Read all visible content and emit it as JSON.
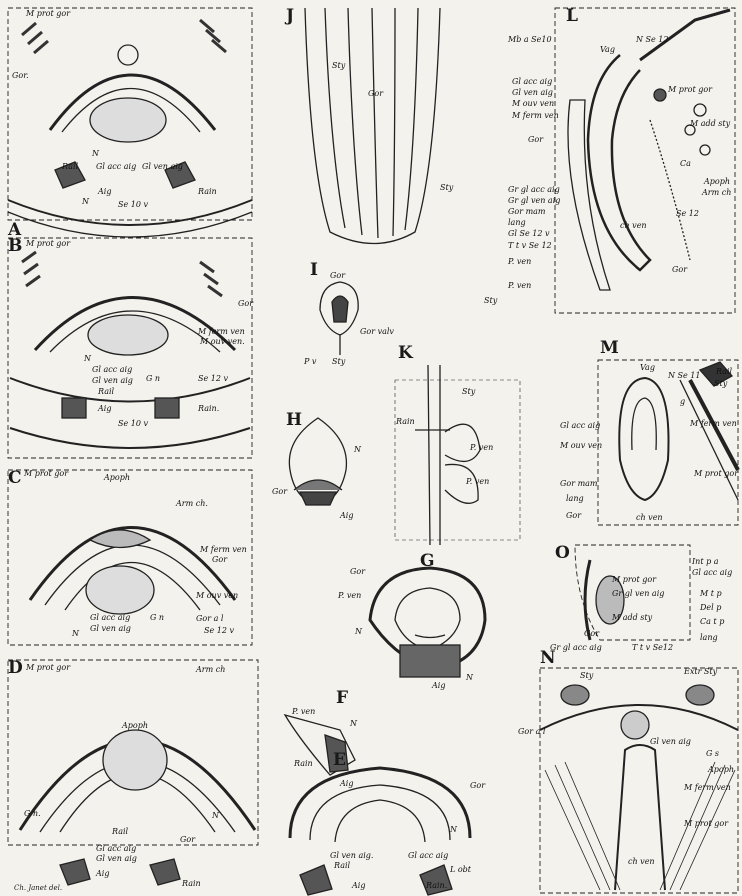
{
  "panels": {
    "A": {
      "letter": "A",
      "labels": [
        "M prot gor",
        "Gor.",
        "N",
        "Rail",
        "Gl acc aig",
        "Gl ven aig",
        "Aig",
        "Rain",
        "N",
        "Se 10 v"
      ]
    },
    "B": {
      "letter": "B",
      "labels": [
        "M prot gor",
        "Gor",
        "M ferm ven",
        "M ouv ven.",
        "Gl acc aig",
        "Gl ven aig",
        "G n",
        "Se 12 v",
        "Rail",
        "Aig",
        "Rain.",
        "Se 10 v",
        "N"
      ]
    },
    "C": {
      "letter": "C",
      "labels": [
        "M prot gor",
        "Apoph",
        "Arm ch.",
        "M ferm ven",
        "Gor",
        "M ouv ven",
        "Gl acc aig",
        "Gl ven aig",
        "G n",
        "Gor a l",
        "Se 12 v",
        "N"
      ]
    },
    "D": {
      "letter": "D",
      "labels": [
        "M prot gor",
        "Arm ch",
        "Apoph",
        "G n.",
        "N",
        "Rail",
        "Gl acc aig",
        "Gl ven aig",
        "Gor",
        "Aig",
        "Rain"
      ]
    },
    "J": {
      "letter": "J",
      "labels": [
        "Sty",
        "Gor",
        "Sty"
      ]
    },
    "I": {
      "letter": "I",
      "labels": [
        "Gor",
        "Gor valv",
        "P v",
        "Sty"
      ]
    },
    "H": {
      "letter": "H",
      "labels": [
        "N",
        "Gor",
        "Aig"
      ]
    },
    "K": {
      "letter": "K",
      "labels": [
        "Sty",
        "Rain",
        "P. ven",
        "P. ven"
      ]
    },
    "G": {
      "letter": "G",
      "labels": [
        "Gor",
        "P. ven",
        "N",
        "Aig",
        "N"
      ]
    },
    "F": {
      "letter": "F",
      "labels": [
        "P. ven",
        "N",
        "Rain",
        "Aig"
      ]
    },
    "E": {
      "letter": "E",
      "labels": [
        "Gor",
        "N",
        "Gl ven aig.",
        "Rail",
        "Gl acc aig",
        "L obt",
        "Aig",
        "Rain."
      ]
    },
    "L": {
      "letter": "L",
      "labels": [
        "Mb a Se10",
        "Vag",
        "N Se 12",
        "Gl acc aig",
        "Gl ven aig",
        "M ouv ven",
        "M ferm ven",
        "M prot gor",
        "M add sty",
        "Gor",
        "Ca",
        "Apoph",
        "Arm ch",
        "Gr gl acc aig",
        "Gr gl ven aig",
        "Gor mam",
        "lang",
        "Gl Se 12 v",
        "T t v Se 12",
        "ch ven",
        "Se 12",
        "P. ven",
        "P. ven",
        "Gor",
        "Sty"
      ]
    },
    "M": {
      "letter": "M",
      "labels": [
        "Vag",
        "N Se 11",
        "Rail",
        "Sty",
        "g",
        "Gl acc aig",
        "M ouv ven",
        "M ferm ven",
        "M prot gor",
        "Gor mam",
        "lang",
        "Gor",
        "ch ven"
      ]
    },
    "O": {
      "letter": "O",
      "labels": [
        "Int p a",
        "Gl acc aig",
        "M prot gor",
        "Gr gl ven aig",
        "M t p",
        "Del p",
        "Ca t p",
        "M add sty",
        "Gor",
        "lang",
        "Gr gl acc aig",
        "T t v Se12"
      ]
    },
    "N": {
      "letter": "N",
      "labels": [
        "Sty",
        "Extr Sty",
        "Gor a l",
        "Gl ven aig",
        "G s",
        "Apoph",
        "M ferm ven",
        "M prot gor",
        "ch ven"
      ]
    }
  },
  "credit": "Ch. Janet del."
}
